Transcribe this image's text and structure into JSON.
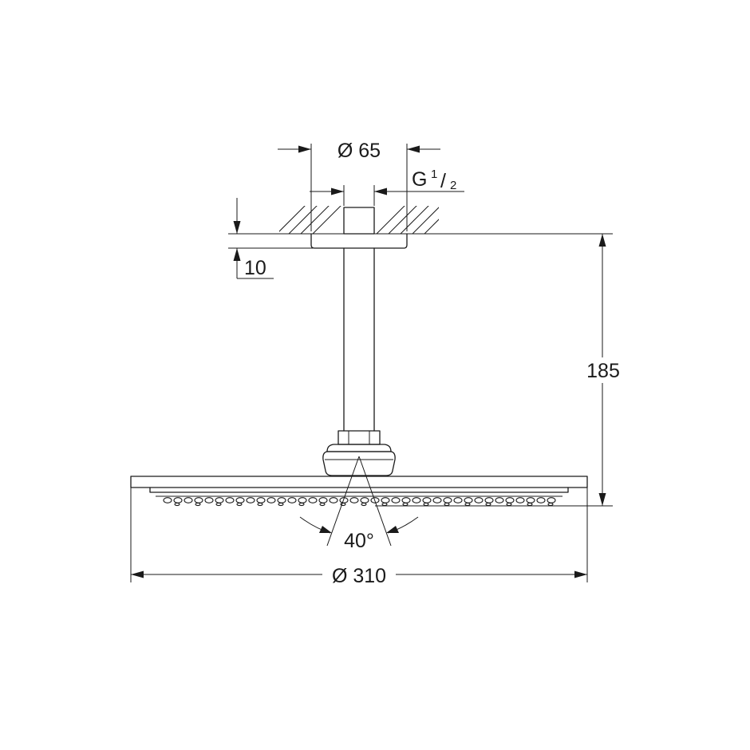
{
  "drawing": {
    "dimensions": {
      "flange_diameter": "Ø 65",
      "thread": "G",
      "thread_fraction_num": "1",
      "thread_fraction_den": "2",
      "flange_thickness": "10",
      "total_height": "185",
      "spray_angle": "40°",
      "head_diameter": "Ø 310"
    },
    "colors": {
      "line": "#1a1a1a",
      "background": "#ffffff"
    }
  }
}
